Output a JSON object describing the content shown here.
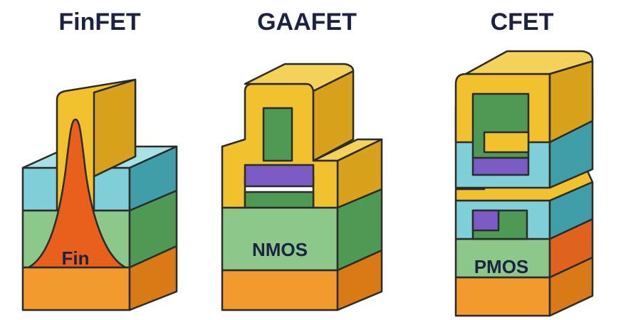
{
  "panels": [
    {
      "title": "FinFET",
      "label": "Fin"
    },
    {
      "title": "GAAFET",
      "label": "NMOS"
    },
    {
      "title": "CFET",
      "label": "PMOS"
    }
  ],
  "colors": {
    "gate": "#f2c12e",
    "gate_side": "#d9a21c",
    "spacer": "#7fd0d8",
    "spacer_side": "#3f9ea8",
    "channel_top": "#8cc88a",
    "channel_side": "#4e9a54",
    "substrate": "#f29a2e",
    "substrate_side": "#d97a17",
    "fin": "#e8601c",
    "dielectric": "#7a5cc4",
    "pmos_side": "#e0621f"
  }
}
